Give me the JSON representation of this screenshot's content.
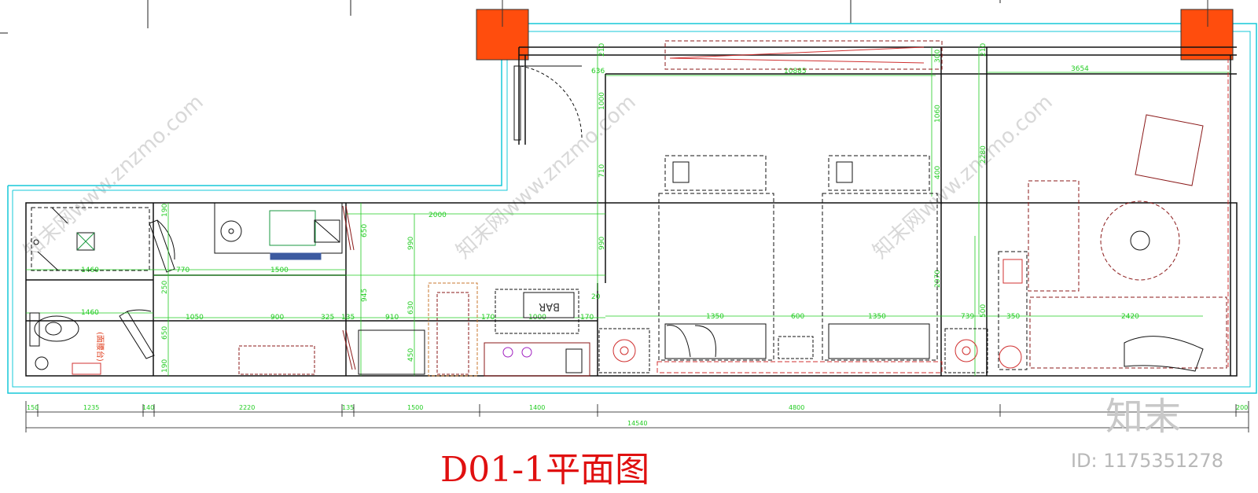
{
  "title": "D01-1平面图",
  "bar_label": "BAR",
  "fitting_label": "(面腰台)",
  "watermark": "知末网www.znzmo.com",
  "brand": "知末",
  "image_id": "ID: 1175351278",
  "colors": {
    "outline": "#16c8d8",
    "wall": "#111111",
    "dimension": "#22cc22",
    "furniture": "#8b1a1a",
    "column": "#ff4d0d",
    "title": "#e01010"
  },
  "dims_top": {
    "d210a": "210",
    "d636": "636",
    "d1000": "1000",
    "d710": "710",
    "d990": "990",
    "d10885": "10885",
    "d300": "300",
    "d1060": "1060",
    "d400": "400",
    "d210b": "210",
    "d2280": "2280",
    "d3654": "3654",
    "d2070": "2070"
  },
  "dims_left": {
    "d190a": "190",
    "d1460a": "1460",
    "d770": "770",
    "d1500": "1500",
    "d650a": "650",
    "d2000": "2000",
    "d990b": "990",
    "d250": "250",
    "d1460b": "1460",
    "d1050": "1050",
    "d900": "900",
    "d325": "325",
    "d135": "135",
    "d910": "910",
    "d945": "945",
    "d630": "630",
    "d170a": "170",
    "d1000b": "1000",
    "d170b": "170",
    "d650b": "650",
    "d190b": "190",
    "d450": "450",
    "d20": "20"
  },
  "dims_room": {
    "d1350a": "1350",
    "d600": "600",
    "d1350b": "1350",
    "d739": "739",
    "d500": "500",
    "d350": "350",
    "d2420": "2420"
  },
  "dims_bottom": [
    "150",
    "1235",
    "140",
    "2220",
    "135",
    "1500",
    "1400",
    "4800",
    "200"
  ],
  "dim_total": "14540"
}
